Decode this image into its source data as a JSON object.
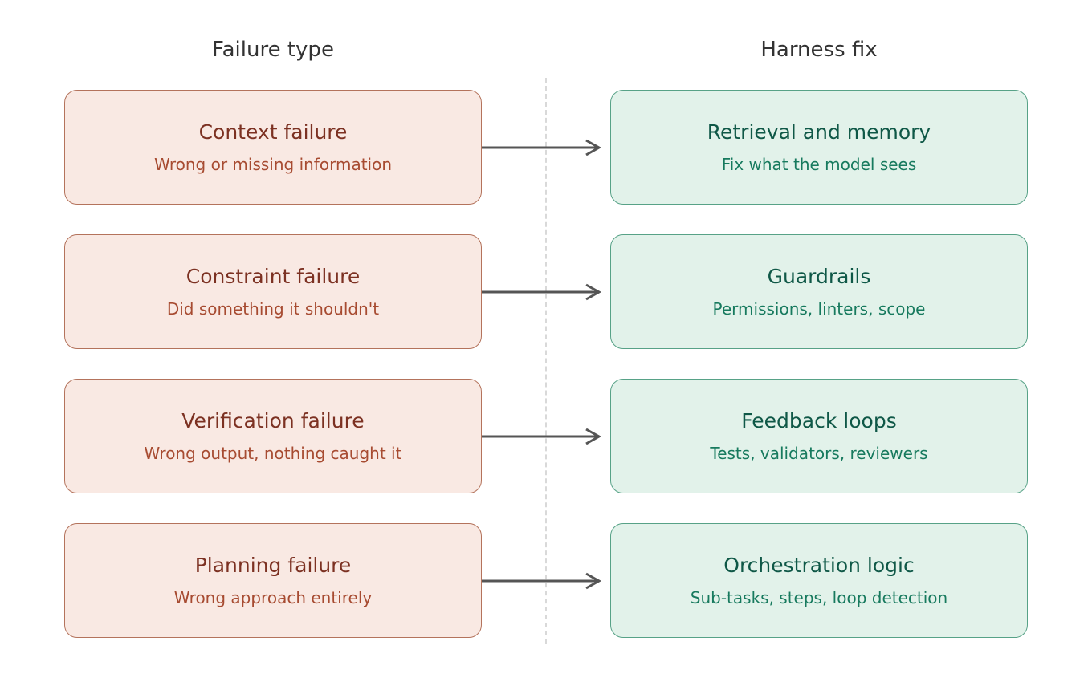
{
  "columns": {
    "left_header": "Failure type",
    "right_header": "Harness fix"
  },
  "rows": [
    {
      "failure": {
        "title": "Context failure",
        "subtitle": "Wrong or missing information"
      },
      "fix": {
        "title": "Retrieval and memory",
        "subtitle": "Fix what the model sees"
      }
    },
    {
      "failure": {
        "title": "Constraint failure",
        "subtitle": "Did something it shouldn't"
      },
      "fix": {
        "title": "Guardrails",
        "subtitle": "Permissions, linters, scope"
      }
    },
    {
      "failure": {
        "title": "Verification failure",
        "subtitle": "Wrong output, nothing caught it"
      },
      "fix": {
        "title": "Feedback loops",
        "subtitle": "Tests, validators, reviewers"
      }
    },
    {
      "failure": {
        "title": "Planning failure",
        "subtitle": "Wrong approach entirely"
      },
      "fix": {
        "title": "Orchestration logic",
        "subtitle": "Sub-tasks, steps, loop detection"
      }
    }
  ],
  "colors": {
    "failure-fill": "#f9e9e3",
    "failure-border": "#b4735c",
    "failure-title": "#7c3122",
    "failure-subtitle": "#a74b31",
    "fix-fill": "#e2f2ea",
    "fix-border": "#57a287",
    "fix-title": "#0f5847",
    "fix-subtitle": "#177a5e",
    "arrow": "#555555",
    "divider": "#d9d9d9",
    "header-text": "#333333"
  }
}
